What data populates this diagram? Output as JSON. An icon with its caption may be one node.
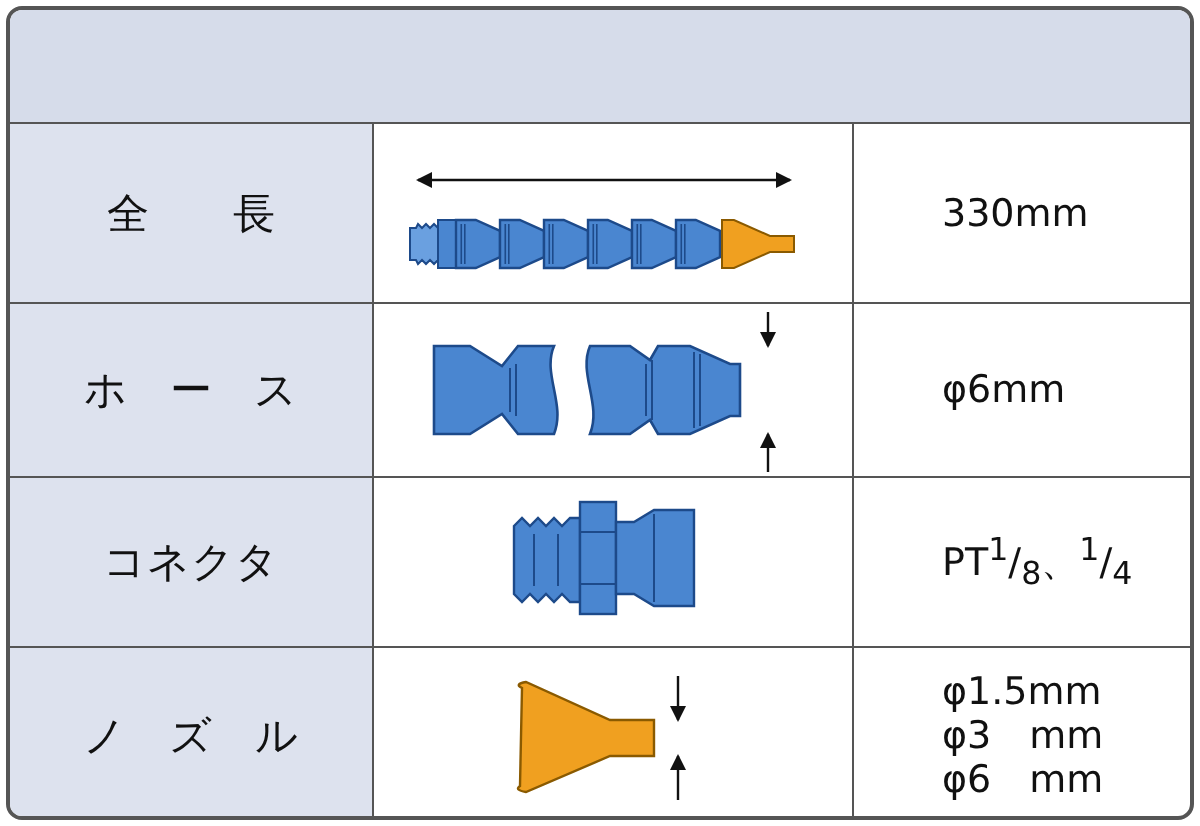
{
  "diagram": {
    "labels": [
      "全　　長",
      "330mm",
      "ホ　ー　ス",
      "φ6mm",
      "コネクタ",
      "PT$^{1}$/$_{8}$、$^{1}$/$_{4}$",
      "ノ　ズ　ル",
      "φ1.5mm",
      "φ3　mm",
      "φ6　mm"
    ]
  }
}
